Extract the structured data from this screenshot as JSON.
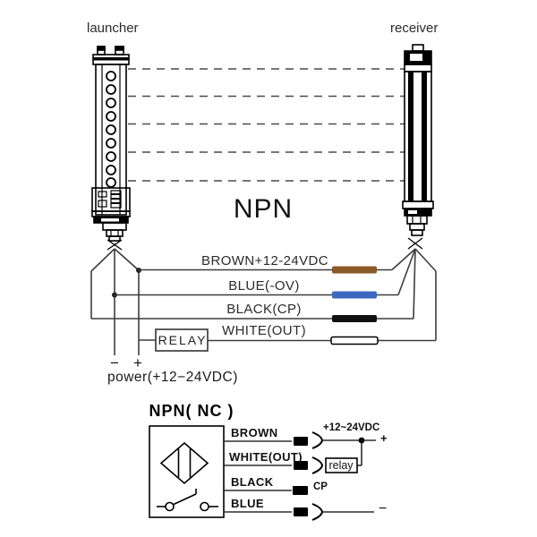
{
  "header": {
    "launcher": "launcher",
    "receiver": "receiver",
    "type": "NPN"
  },
  "wiring": {
    "labels": {
      "brown": "BROWN+12-24VDC",
      "blue": "BLUE(-OV)",
      "black": "BLACK(CP)",
      "white": "WHITE(OUT)"
    },
    "colors": {
      "brown": "#8a5a28",
      "blue": "#3c68c0",
      "black": "#101010",
      "white": "#ffffff"
    },
    "relay": "RELAY",
    "minus": "−",
    "plus": "+",
    "power": "power(+12−24VDC)"
  },
  "schematic": {
    "title": "NPN( NC )",
    "pins": {
      "brown": "BROWN",
      "white": "WHITE(OUT)",
      "black": "BLACK",
      "blue": "BLUE"
    },
    "supply": "+12~24VDC",
    "relay": "relay",
    "cp": "CP",
    "plus": "+",
    "minus": "−"
  }
}
